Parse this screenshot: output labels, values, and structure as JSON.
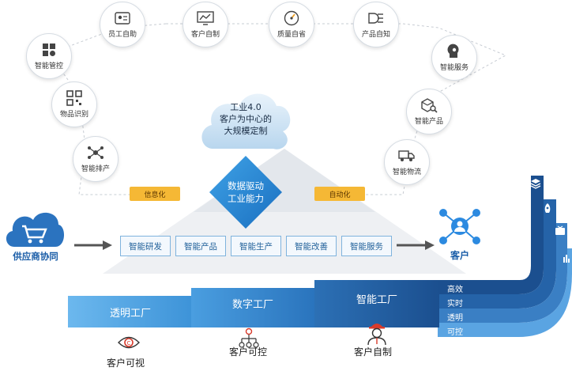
{
  "top_circles": [
    {
      "label": "员工自助",
      "icon": "id-card-icon"
    },
    {
      "label": "客户自制",
      "icon": "chart-monitor-icon"
    },
    {
      "label": "质量自省",
      "icon": "gauge-icon"
    },
    {
      "label": "产品自知",
      "icon": "light-icon"
    }
  ],
  "left_circles": [
    {
      "label": "智能管控",
      "icon": "gear-shield-icon"
    },
    {
      "label": "物品识别",
      "icon": "qr-code-icon"
    },
    {
      "label": "智能排产",
      "icon": "network-icon"
    }
  ],
  "right_circles": [
    {
      "label": "智能服务",
      "icon": "head-gear-icon"
    },
    {
      "label": "智能产品",
      "icon": "box-search-icon"
    },
    {
      "label": "智能物流",
      "icon": "truck-icon"
    }
  ],
  "cloud": {
    "line1": "工业4.0",
    "line2": "客户为中心的",
    "line3": "大规模定制"
  },
  "diamond": {
    "line1": "数据驱动",
    "line2": "工业能力"
  },
  "tags": {
    "left": "信息化",
    "right": "自动化"
  },
  "modules": [
    "智能研发",
    "智能产品",
    "智能生产",
    "智能改善",
    "智能服务"
  ],
  "supply_chain": {
    "label": "供应商协同"
  },
  "customer": {
    "label": "客户"
  },
  "steps": [
    "透明工厂",
    "数字工厂",
    "智能工厂"
  ],
  "bands": [
    "高效",
    "实时",
    "透明",
    "可控"
  ],
  "bottom_labels": [
    "客户可视",
    "客户可控",
    "客户自制"
  ],
  "colors": {
    "blue_dark": "#1b4f8f",
    "blue_mid": "#3a7fc4",
    "blue_light": "#5aa4e2",
    "orange": "#f5b835",
    "customer": "#2c8ae0"
  }
}
